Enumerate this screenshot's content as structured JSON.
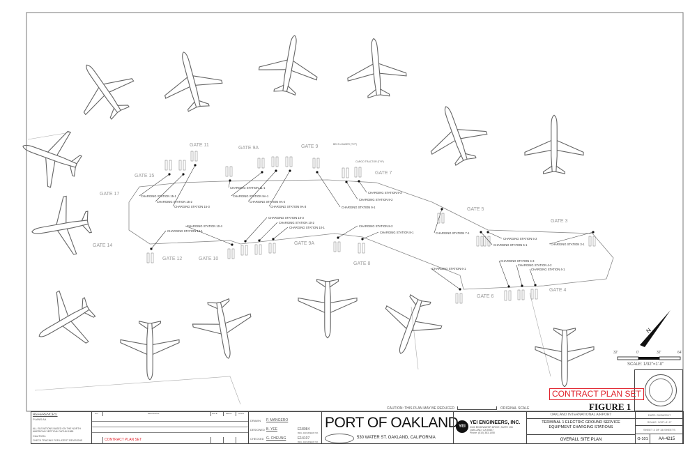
{
  "gates": [
    "GATE 11",
    "GATE 9A",
    "GATE 9",
    "GATE 7",
    "GATE 15",
    "GATE 17",
    "GATE 14",
    "GATE 12",
    "GATE 10",
    "GATE 9A",
    "GATE 8",
    "GATE 6",
    "GATE 5",
    "GATE 3",
    "GATE 4"
  ],
  "stations": [
    "CHARGING STATION 15-1",
    "CHARGING STATION 15-2",
    "CHARGING STATION 15-3",
    "CHARGING STATION 11-1",
    "CHARGING STATION 9A-1",
    "CHARGING STATION 9A-2",
    "CHARGING STATION 9A-3",
    "CHARGING STATION 9-1",
    "CHARGING STATION 9-2",
    "CHARGING STATION 9-3",
    "CHARGING STATION 10-3",
    "CHARGING STATION 10-2",
    "CHARGING STATION 10-1",
    "CHARGING STATION 10-4",
    "CHARGING STATION 12-1",
    "CHARGING STATION 8-2",
    "CHARGING STATION 8-1",
    "CHARGING STATION 7-1",
    "CHARGING STATION 5-2",
    "CHARGING STATION 5-1",
    "CHARGING STATION 3-1",
    "CHARGING STATION 4-3",
    "CHARGING STATION 4-2",
    "CHARGING STATION 4-1",
    "CHARGING STATION 6-1"
  ],
  "notes": {
    "belt_loader": "BELT-LOADER (TYP)",
    "cargo_tractor": "CARGO TRACTOR (TYP)"
  },
  "scale_bar": {
    "ticks": [
      "32'",
      "0'",
      "32'",
      "64'"
    ],
    "label": "SCALE: 1/32\"=1'-0\""
  },
  "stamp": "CONTRACT PLAN SET",
  "figure": "FIGURE 1",
  "caution_reduced": "CAUTION: THIS PLAN MAY BE REDUCED",
  "original_scale": "ORIGINAL SCALE",
  "references": {
    "title": "REFERENCES:",
    "plans": "PLANS     AA",
    "elev": "ALL ELEVATIONS BASED ON THE NORTH AMERICAN VERTICAL DATUM 1988",
    "caution": "CAUTION:",
    "check": "CHECK TRACING FOR LATEST REVISIONS"
  },
  "revisions": {
    "headers": [
      "NO.",
      "REVISIONS",
      "DATE",
      "RECD",
      "APPD"
    ],
    "entry": "CONTRACT PLAN SET"
  },
  "signoff": {
    "drawn_label": "DRAWN",
    "drawn": "P. MANGERO",
    "designed_label": "DESIGNED",
    "designed": "B. YEE",
    "designed_no": "E18084",
    "checked_label": "CHECKED",
    "checked": "G. CHEUNG",
    "checked_no": "E14107",
    "reg": "REG. ENGINEER NO."
  },
  "port": {
    "name": "PORT OF OAKLAND",
    "address": "530 WATER ST. OAKLAND, CALIFORNIA"
  },
  "engineer": {
    "name": "YEI ENGINEERS, INC.",
    "addr1": "2100 EDGEWATER DRIVE, SUITE 135",
    "addr2": "OAKLAND, CA 94607",
    "phone": "Phone: (510) 383-1050"
  },
  "title": {
    "airport": "OAKLAND INTERNATIONAL AIRPORT",
    "line1": "TERMINAL 1 ELECTRIC GROUND SERVICE",
    "line2": "EQUIPMENT CHARGING STATIONS",
    "sheet_title": "OVERALL SITE PLAN"
  },
  "sheet": {
    "date": "DATE: 05/26/2017",
    "scale": "SCALE: 1/32\"=1'-0\"",
    "sheet": "SHEET 3 OF 38 SHEETS",
    "dwg": "G-101",
    "number": "AA-4215"
  },
  "colors": {
    "stamp": "#e0202a",
    "line": "#555555"
  }
}
